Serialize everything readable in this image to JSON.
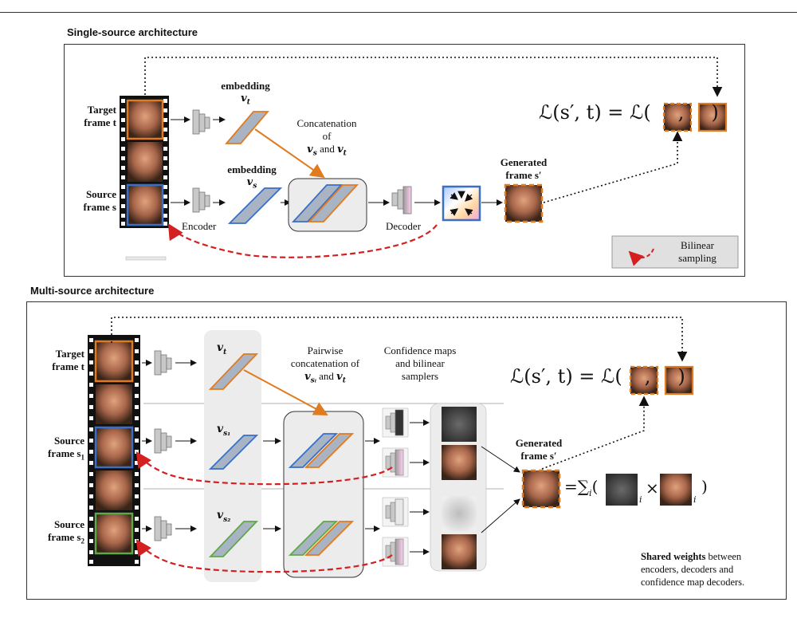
{
  "single": {
    "title": "Single-source architecture",
    "target_label_1": "Target",
    "target_label_2": "frame t",
    "source_label_1": "Source",
    "source_label_2": "frame s",
    "embedding_t_title": "embedding",
    "embedding_t_sym": "v",
    "embedding_t_sub": "t",
    "embedding_s_title": "embedding",
    "embedding_s_sym": "v",
    "embedding_s_sub": "s",
    "concat_1": "Concatenation",
    "concat_2": "of",
    "concat_3": "v",
    "concat_3_sub": "s",
    "concat_3_and": " and ",
    "concat_3b": "v",
    "concat_3b_sub": "t",
    "encoder": "Encoder",
    "decoder": "Decoder",
    "generated_1": "Generated",
    "generated_2": "frame s′",
    "loss_left": "ℒ(s′, t) = ℒ(",
    "loss_comma": ",",
    "loss_right": ")",
    "legend_1": "Bilinear",
    "legend_2": "sampling"
  },
  "multi": {
    "title": "Multi-source architecture",
    "target_label_1": "Target",
    "target_label_2": "frame t",
    "source1_label_1": "Source",
    "source1_label_2": "frame s",
    "source1_sub": "1",
    "source2_label_1": "Source",
    "source2_label_2": "frame s",
    "source2_sub": "2",
    "vt_sym": "v",
    "vt_sub": "t",
    "vs1_sym": "v",
    "vs1_sub": "s₁",
    "vs2_sym": "v",
    "vs2_sub": "s₂",
    "pairwise_1": "Pairwise",
    "pairwise_2": "concatenation of",
    "pairwise_3a": "v",
    "pairwise_3a_sub": "sᵢ",
    "pairwise_3_and": " and ",
    "pairwise_3b": "v",
    "pairwise_3b_sub": "t",
    "conf_1": "Confidence maps",
    "conf_2": "and bilinear",
    "conf_3": "samplers",
    "generated_1": "Generated",
    "generated_2": "frame s′",
    "loss_left": "ℒ(s′, t) = ℒ(",
    "loss_comma": ",",
    "loss_right": ")",
    "sum_left": "=∑",
    "sum_sub": "i",
    "sum_paren": "(",
    "times": "×",
    "idx_i": "i",
    "sum_close": ")",
    "shared_bold": "Shared weights",
    "shared_rest": " between",
    "shared_2": "encoders, decoders and",
    "shared_3": "confidence map decoders."
  },
  "colors": {
    "orange": "#e07b1f",
    "blue": "#3a6fc4",
    "green": "#5fa84a",
    "red_dash": "#d42020",
    "gray_panel": "#ececec"
  },
  "icons": [
    "film-strip-icon",
    "encoder-icon",
    "decoder-icon",
    "face-thumbnail-icon",
    "flow-field-icon",
    "confidence-map-icon"
  ]
}
